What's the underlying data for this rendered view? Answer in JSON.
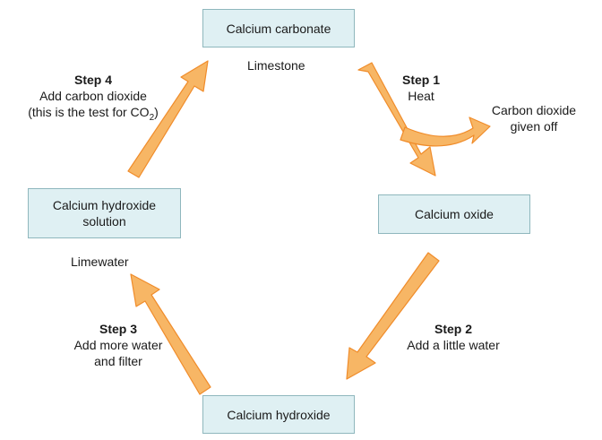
{
  "colors": {
    "box_fill": "#dff0f3",
    "box_border": "#8fb7bd",
    "arrow_fill": "#f7b665",
    "arrow_stroke": "#f08c2a"
  },
  "nodes": {
    "calcium_carbonate": "Calcium carbonate",
    "calcium_oxide": "Calcium oxide",
    "calcium_hydroxide": "Calcium hydroxide",
    "calcium_hydroxide_solution": [
      "Calcium hydroxide",
      "solution"
    ]
  },
  "labels": {
    "limestone": "Limestone",
    "limewater": "Limewater",
    "carbon_dioxide_given_off": [
      "Carbon dioxide",
      "given off"
    ]
  },
  "steps": {
    "step1": {
      "title": "Step 1",
      "lines": [
        "Heat"
      ]
    },
    "step2": {
      "title": "Step 2",
      "lines": [
        "Add a little water"
      ]
    },
    "step3": {
      "title": "Step 3",
      "lines": [
        "Add more water",
        "and filter"
      ]
    },
    "step4": {
      "title": "Step 4",
      "lines": [
        "Add carbon dioxide"
      ],
      "test_prefix": "(this is the test for CO",
      "test_subscript": "2",
      "test_suffix": ")"
    }
  }
}
